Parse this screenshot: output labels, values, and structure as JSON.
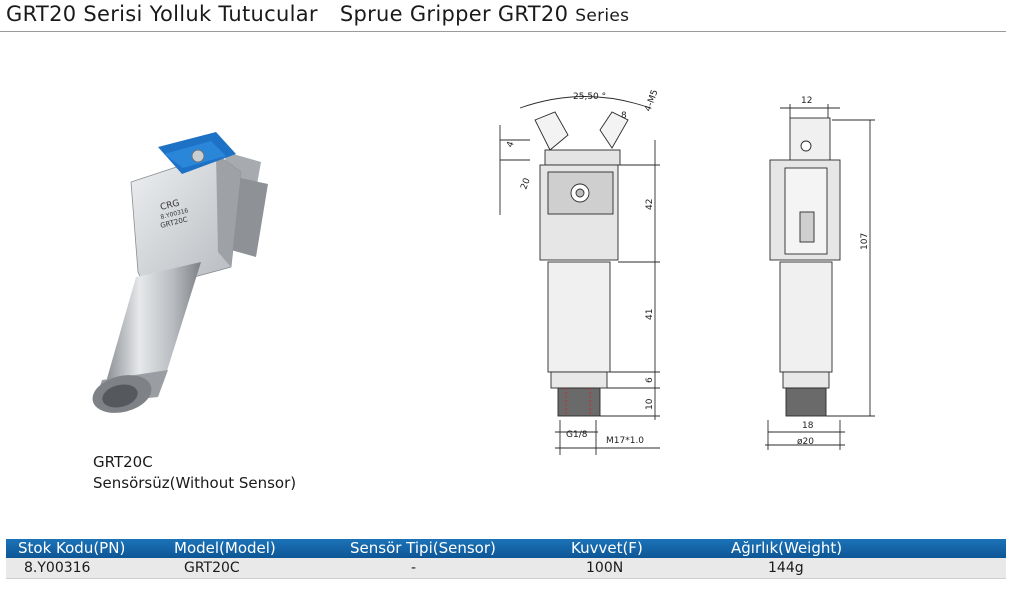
{
  "header": {
    "title_tr": "GRT20 Serisi Yolluk Tutucular",
    "title_en_prefix": "Sprue Gripper GRT20",
    "title_en_suffix": "Series"
  },
  "product": {
    "model": "GRT20C",
    "variant": "Sensörsüz(Without Sensor)",
    "body_marking_brand": "CRG",
    "body_marking_pn": "8.Y00316",
    "body_marking_model": "GRT20C"
  },
  "drawing": {
    "angle": "25,50 °",
    "dim_8": "8",
    "dim_thread": "4-M5",
    "dim_4": "4",
    "dim_20": "20",
    "dim_42": "42",
    "dim_41": "41",
    "dim_6": "6",
    "dim_10": "10",
    "dim_g": "G1/8",
    "dim_m": "M17*1.0",
    "dim_12": "12",
    "dim_107": "107",
    "dim_18": "18",
    "dim_d20": "ø20"
  },
  "table": {
    "headers": [
      "Stok Kodu(PN)",
      "Model(Model)",
      "Sensör Tipi(Sensor)",
      "Kuvvet(F)",
      "Ağırlık(Weight)"
    ],
    "rows": [
      [
        "8.Y00316",
        "GRT20C",
        "-",
        "100N",
        "144g"
      ]
    ]
  },
  "colors": {
    "table_header": "#1565a8",
    "row_bg": "#e9e9e9",
    "badge_blue": "#1e72c6"
  }
}
